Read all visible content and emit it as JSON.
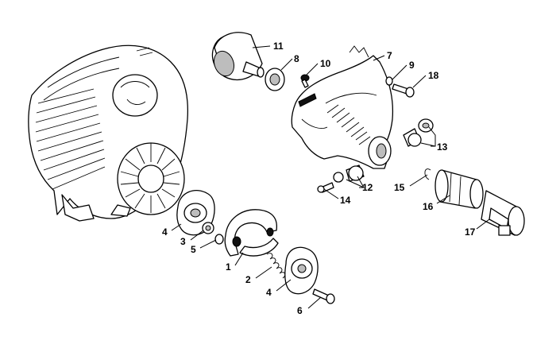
{
  "labels": {
    "p1": "1",
    "p2": "2",
    "p3": "3",
    "p4a": "4",
    "p4b": "4",
    "p5": "5",
    "p6": "6",
    "p7": "7",
    "p8": "8",
    "p9": "9",
    "p10": "10",
    "p11": "11",
    "p12": "12",
    "p13": "13",
    "p14": "14",
    "p15": "15",
    "p16": "16",
    "p17": "17",
    "p18": "18"
  }
}
